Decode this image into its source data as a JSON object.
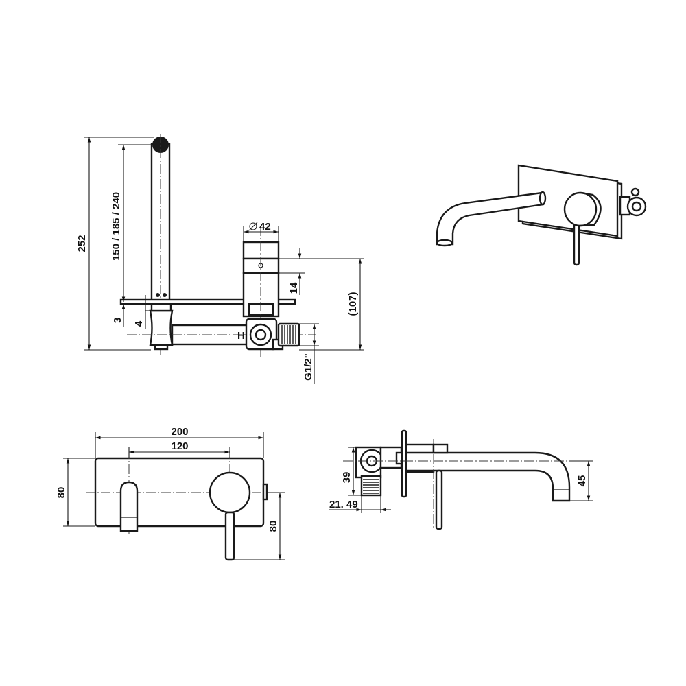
{
  "side_view": {
    "dim_total_height": "252",
    "dim_spout_lengths": "150 / 185 / 240",
    "dim_diameter": "42",
    "dim_14": "14",
    "dim_107": "(107)",
    "dim_3": "3",
    "dim_4": "4",
    "dim_thread": "G1/2\"",
    "label_hot": "H"
  },
  "front_view": {
    "dim_width": "200",
    "dim_spacing": "120",
    "dim_height": "80",
    "dim_handle": "80"
  },
  "top_view": {
    "dim_39": "39",
    "dim_21_49": "21. 49",
    "dim_45": "45"
  }
}
